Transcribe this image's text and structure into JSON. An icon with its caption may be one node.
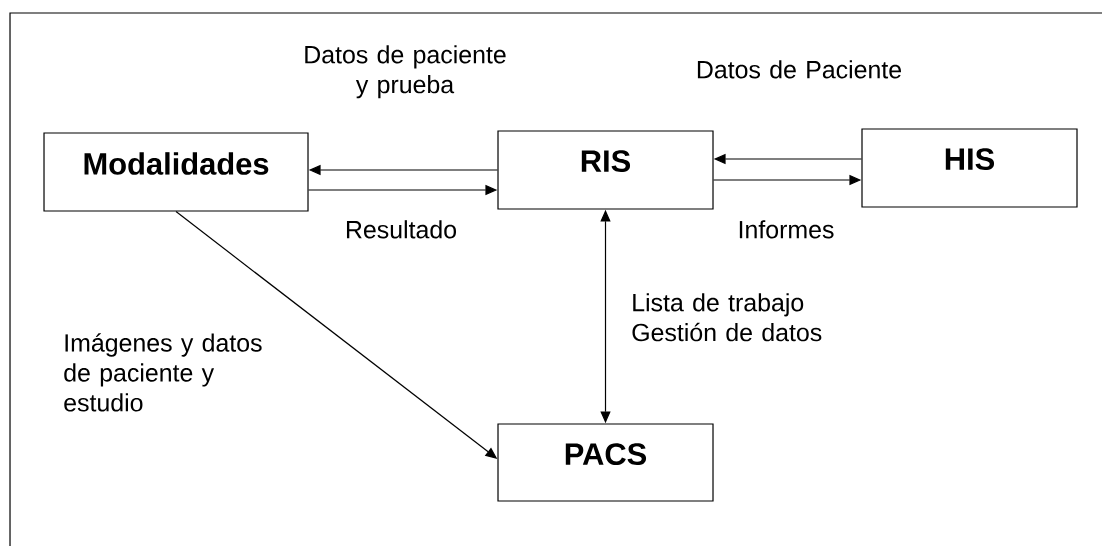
{
  "diagram": {
    "nodes": [
      {
        "text": [
          "Modalidades"
        ]
      },
      {
        "text": [
          "RIS"
        ]
      },
      {
        "text": [
          "HIS"
        ]
      },
      {
        "text": [
          "PACS"
        ]
      }
    ],
    "edges": [
      {
        "from": 1,
        "to": 0,
        "arrow": "to",
        "label": "Datos de paciente y prueba"
      },
      {
        "from": 0,
        "to": 1,
        "arrow": "to",
        "label": "Resultado"
      },
      {
        "from": 2,
        "to": 1,
        "arrow": "to",
        "label": "Datos de Paciente"
      },
      {
        "from": 1,
        "to": 2,
        "arrow": "to",
        "label": "Informes"
      },
      {
        "from": 1,
        "to": 3,
        "arrow": "both",
        "label": "Lista de trabajo Gestión de datos"
      },
      {
        "from": 0,
        "to": 3,
        "arrow": "to",
        "label": "Imágenes y datos de paciente y estudio"
      }
    ]
  }
}
